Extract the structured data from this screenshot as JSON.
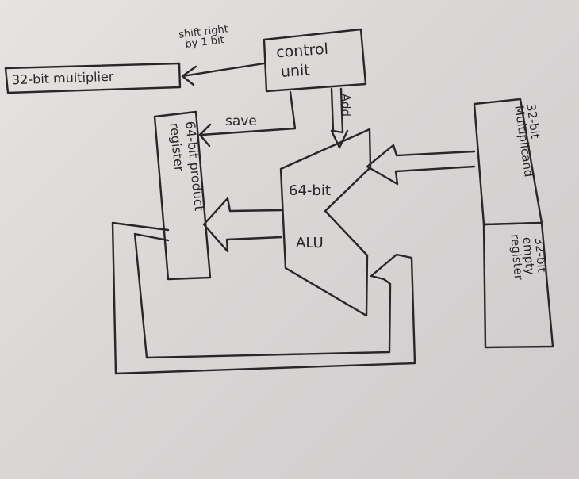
{
  "diagram": {
    "control_unit": {
      "line1": "control",
      "line2": "unit"
    },
    "multiplier_register": {
      "label": "32-bit multiplier"
    },
    "product_register": {
      "line1": "64-bit product",
      "line2": "register"
    },
    "alu": {
      "label_top": "64-bit",
      "label_bottom": "ALU"
    },
    "multiplicand_register": {
      "line1": "32-bit",
      "line2": "Multiplicand"
    },
    "empty_register": {
      "line1": "32-bit",
      "line2": "empty",
      "line3": "register"
    },
    "signals": {
      "shift": {
        "line1": "shift right",
        "line2": "by 1 bit"
      },
      "save": "save",
      "add": "Add"
    }
  }
}
